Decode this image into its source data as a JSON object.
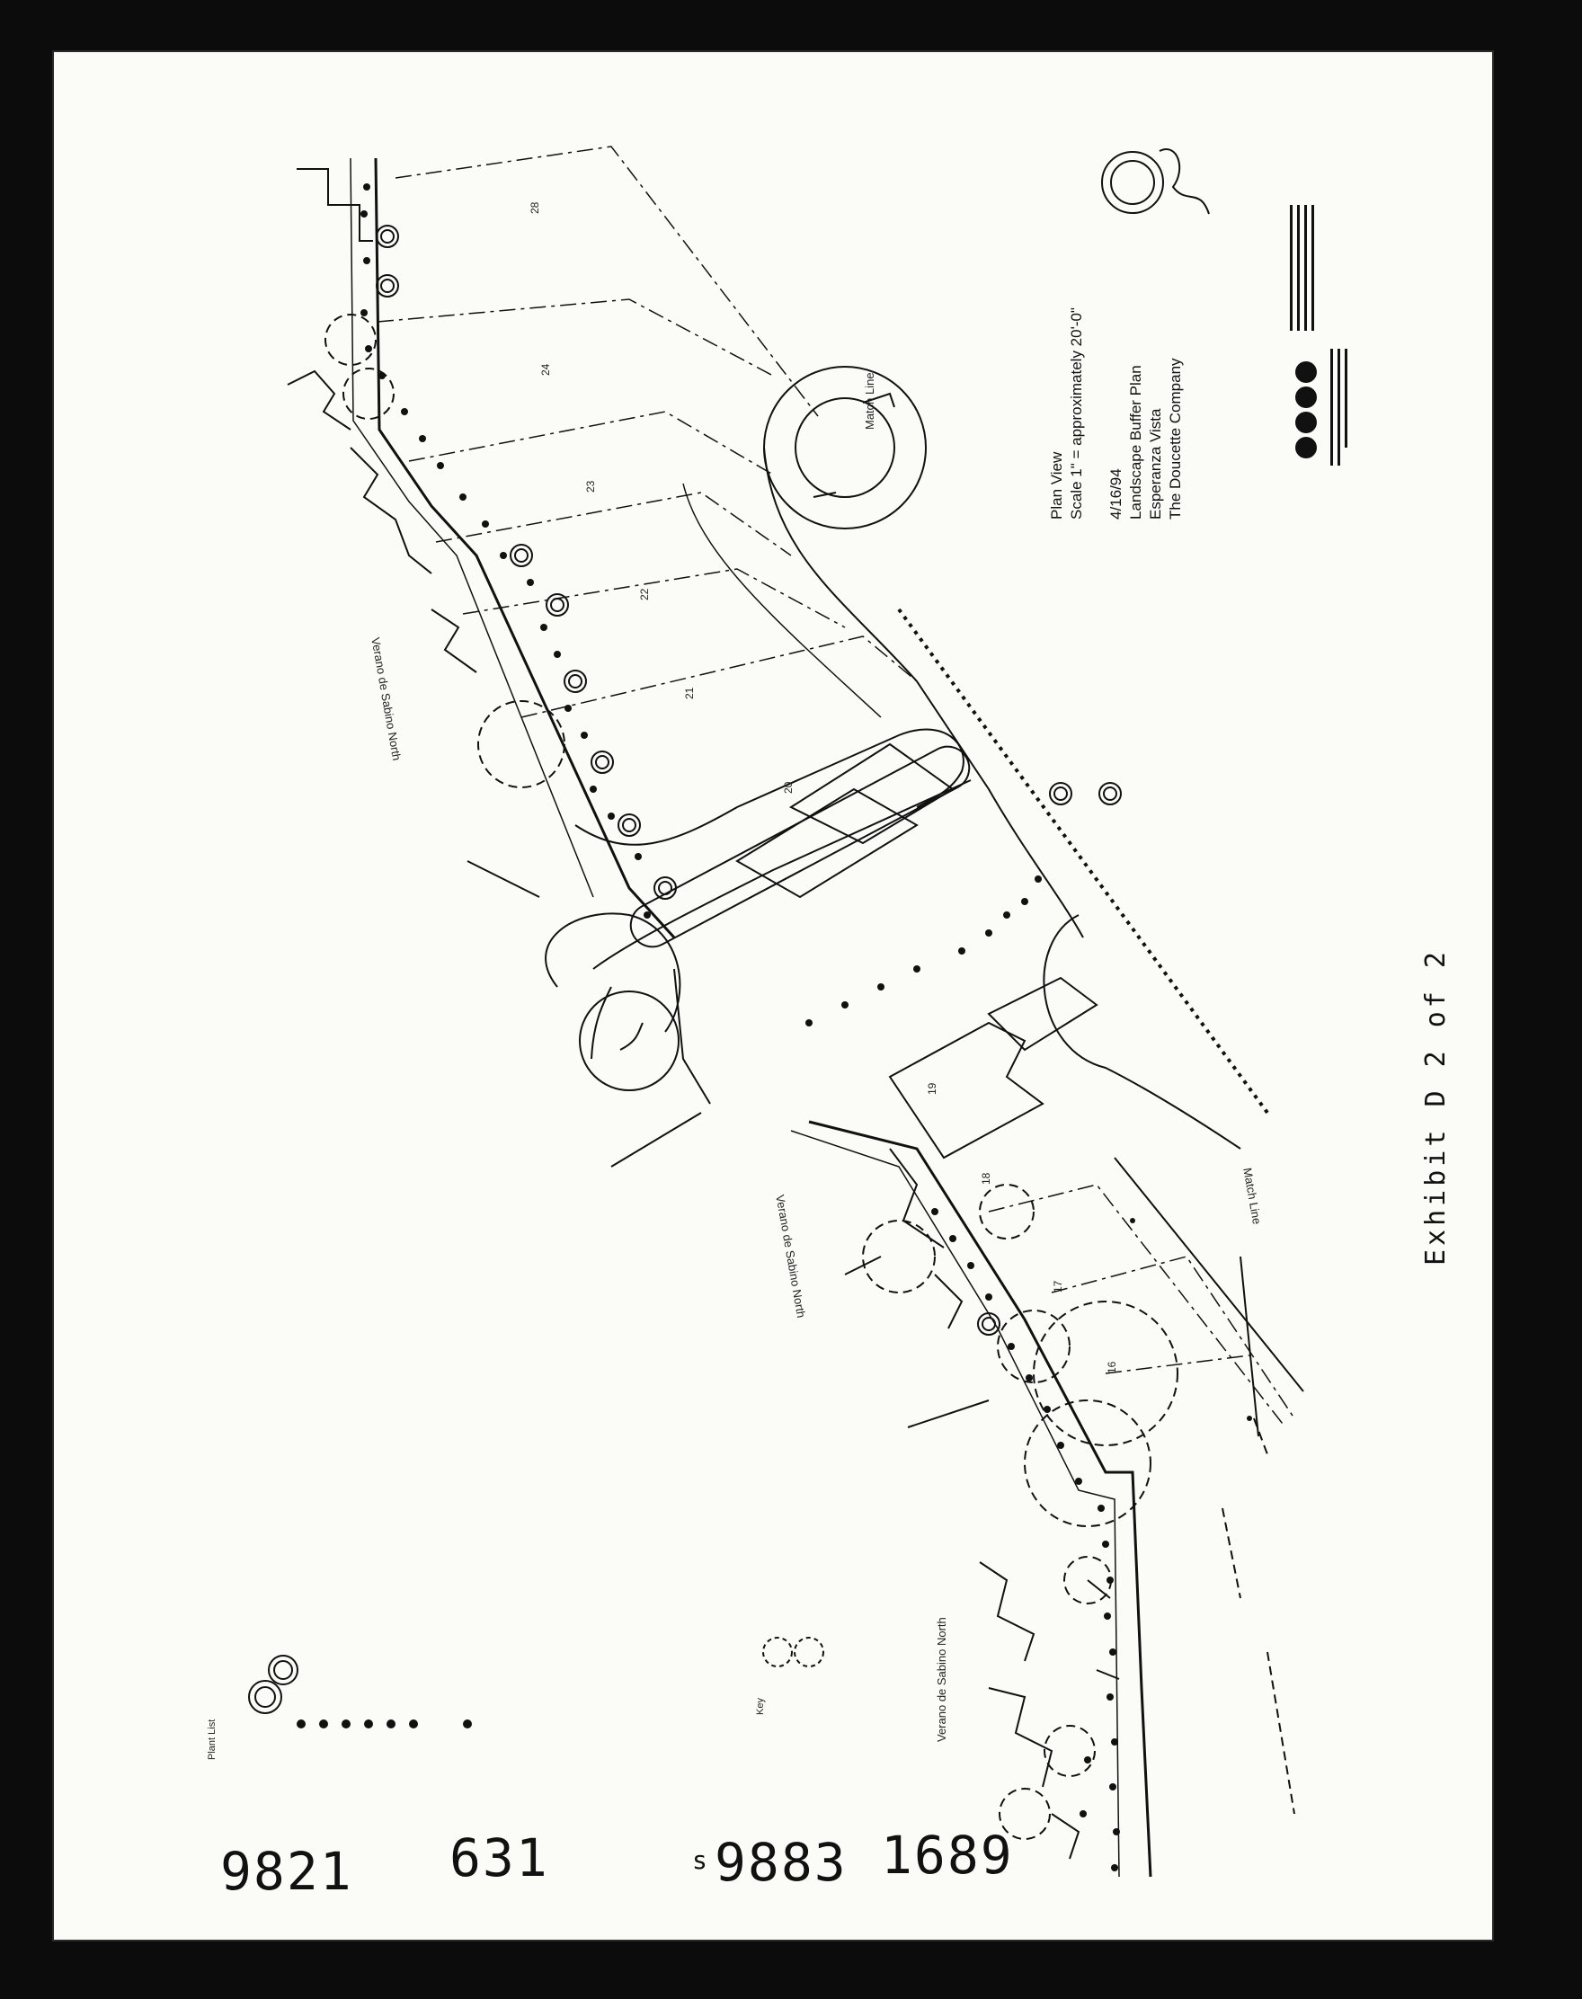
{
  "document": {
    "exhibit_label": "Exhibit D 2 of 2",
    "plan_view": "Plan View",
    "scale": "Scale 1\" = approximately 20'-0\"",
    "date": "4/16/94",
    "plan_title": "Landscape Buffer Plan",
    "project": "Esperanza Vista",
    "company": "The Doucette Company",
    "match_line_top": "Match Line",
    "match_line_bottom": "Match Line",
    "street_north_1": "Verano de Sabino North",
    "street_north_2": "Verano de Sabino North",
    "street_north_3": "Verano de Sabino North",
    "lot_numbers": [
      "28",
      "24",
      "23",
      "22",
      "21",
      "20",
      "19",
      "18",
      "17",
      "16"
    ]
  },
  "legend": {
    "title": "Plant List",
    "key_title": "Key"
  },
  "stamps": {
    "left": "9821",
    "center": "631",
    "right_prefix": "s",
    "right": "9883",
    "far_right": "1689"
  },
  "colors": {
    "ink": "#111111",
    "paper": "#fbfbf8",
    "border": "#0c0c0c"
  }
}
